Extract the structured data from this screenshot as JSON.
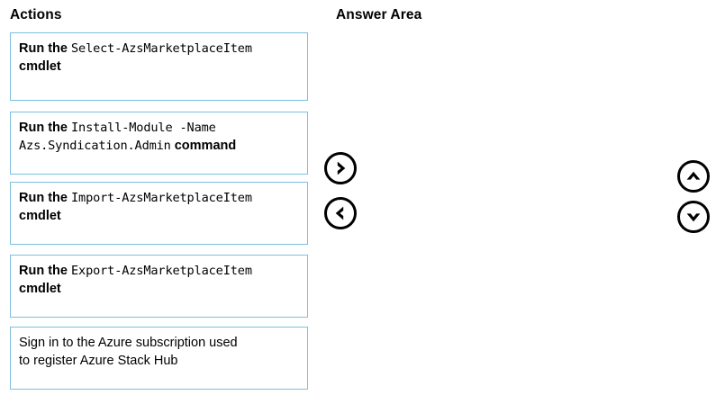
{
  "headers": {
    "actions": "Actions",
    "answer_area": "Answer Area"
  },
  "colors": {
    "card_border": "#7cc0dd",
    "background": "#ffffff",
    "text": "#000000",
    "button_stroke": "#000000"
  },
  "actions": [
    {
      "id": "select-azsmarketplaceitem",
      "line1_prefix": "Run the ",
      "line1_code": "Select-AzsMarketplaceItem",
      "line2_text": "cmdlet",
      "plain_text": "Run the Select-AzsMarketplaceItem cmdlet"
    },
    {
      "id": "install-module-azs-syndication-admin",
      "line1_prefix": "Run the ",
      "line1_code": "Install-Module -Name",
      "line2_code": "Azs.Syndication.Admin",
      "line2_suffix": " command",
      "plain_text": "Run the Install-Module -Name Azs.Syndication.Admin command"
    },
    {
      "id": "import-azsmarketplaceitem",
      "line1_prefix": "Run the ",
      "line1_code": "Import-AzsMarketplaceItem",
      "line2_text": "cmdlet",
      "plain_text": "Run the Import-AzsMarketplaceItem cmdlet"
    },
    {
      "id": "export-azsmarketplaceitem",
      "line1_prefix": "Run the ",
      "line1_code": "Export-AzsMarketplaceItem",
      "line2_text": "cmdlet",
      "plain_text": "Run the Export-AzsMarketplaceItem cmdlet"
    },
    {
      "id": "sign-in-azure-subscription",
      "line1_text": "Sign in to the Azure subscription used",
      "line2_text": "to register Azure Stack Hub",
      "plain_text": "Sign in to the Azure subscription used to register Azure Stack Hub"
    }
  ],
  "buttons": {
    "move_right": {
      "icon": "chevron-right-circle-icon",
      "title": "Move right"
    },
    "move_left": {
      "icon": "chevron-left-circle-icon",
      "title": "Move left"
    },
    "move_up": {
      "icon": "chevron-up-circle-icon",
      "title": "Move up"
    },
    "move_down": {
      "icon": "chevron-down-circle-icon",
      "title": "Move down"
    }
  },
  "answer_area": {
    "items": [],
    "empty": true
  }
}
